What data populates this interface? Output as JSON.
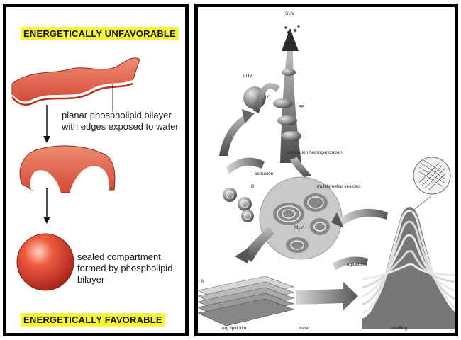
{
  "left_panel": {
    "unfavorable_label": "ENERGETICALLY UNFAVORABLE",
    "bilayer_caption_1": "planar phospholipid bilayer",
    "bilayer_caption_2": "with edges exposed to water",
    "sealed_caption_1": "sealed compartment",
    "sealed_caption_2": "formed by phospholipid",
    "sealed_caption_3": "bilayer",
    "favorable_label": "ENERGETICALLY FAVORABLE"
  },
  "right_panel": {
    "suv": "SUV",
    "luv": "LUV",
    "label_c": "C",
    "label_fb": "FB",
    "sonication": "sonication homogenization",
    "extrusion": "extrusion",
    "label_b": "B",
    "multilamellar": "multilamellar vesicles",
    "mlv": "MLV",
    "agitation": "agitation",
    "label_a": "A",
    "dry_lipid_film": "dry lipid film",
    "water": "water",
    "swelling": "swelling"
  },
  "colors": {
    "banner": "#f7f53b",
    "membrane": "#d9473a",
    "frame": "#000000"
  }
}
